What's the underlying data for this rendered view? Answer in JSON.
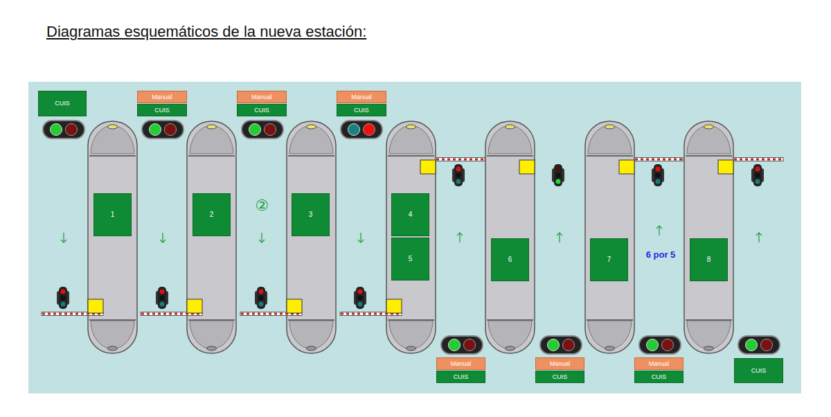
{
  "diagram": {
    "title": "Diagramas esquemáticos de la nueva estación:",
    "nodes": [
      {
        "text": [
          "CUIS"
        ]
      },
      {
        "text": [
          "Manual"
        ]
      },
      {
        "text": [
          "CUIS"
        ]
      },
      {
        "text": [
          "Manual"
        ]
      },
      {
        "text": [
          "CUIS"
        ]
      },
      {
        "text": [
          "Manual"
        ]
      },
      {
        "text": [
          "CUIS"
        ]
      },
      {
        "text": [
          "1"
        ]
      },
      {
        "text": [
          "2"
        ]
      },
      {
        "text": [
          "3"
        ]
      },
      {
        "text": [
          "4"
        ]
      },
      {
        "text": [
          "5"
        ]
      },
      {
        "text": [
          "6"
        ]
      },
      {
        "text": [
          "7"
        ]
      },
      {
        "text": [
          "8"
        ]
      },
      {
        "text": [
          "Manual"
        ]
      },
      {
        "text": [
          "CUIS"
        ]
      },
      {
        "text": [
          "Manual"
        ]
      },
      {
        "text": [
          "CUIS"
        ]
      },
      {
        "text": [
          "Manual"
        ]
      },
      {
        "text": [
          "CUIS"
        ]
      },
      {
        "text": [
          "CUIS"
        ]
      }
    ],
    "labels": [
      "②",
      "6 por 5"
    ]
  }
}
